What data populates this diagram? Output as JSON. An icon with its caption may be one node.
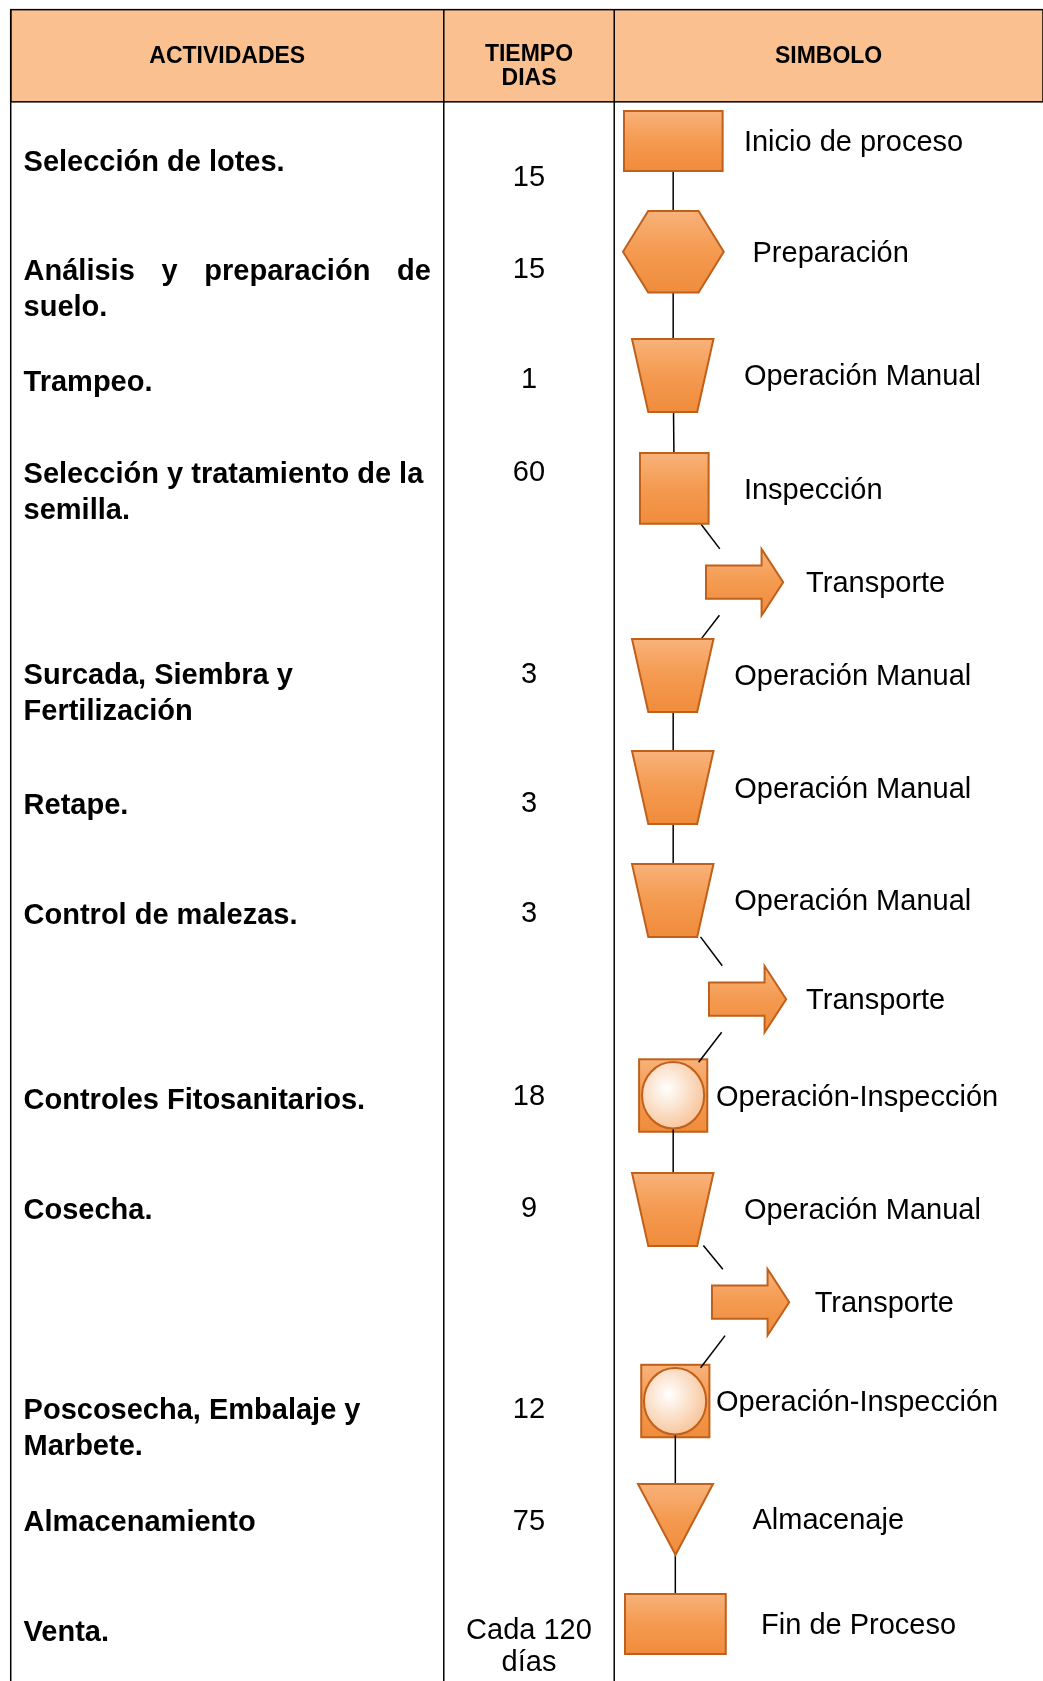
{
  "diagram": {
    "nodes": [
      {
        "text": [],
        "shape": "box",
        "beside": [
          "Inicio de proceso"
        ]
      },
      {
        "text": [],
        "shape": "hexagon",
        "beside": [
          "Preparación"
        ]
      },
      {
        "text": [],
        "shape": "trapezoid",
        "beside": [
          "Operación Manual"
        ]
      },
      {
        "text": [],
        "shape": "square",
        "beside": [
          "Inspección"
        ]
      },
      {
        "text": [],
        "shape": "arrow",
        "beside": [
          "Transporte"
        ]
      },
      {
        "text": [],
        "shape": "trapezoid",
        "beside": [
          "Operación Manual"
        ]
      },
      {
        "text": [],
        "shape": "trapezoid",
        "beside": [
          "Operación Manual"
        ]
      },
      {
        "text": [],
        "shape": "trapezoid",
        "beside": [
          "Operación Manual"
        ]
      },
      {
        "text": [],
        "shape": "arrow",
        "beside": [
          "Transporte"
        ]
      },
      {
        "text": [],
        "shape": "circle",
        "beside": [
          "Operación-Inspección"
        ]
      },
      {
        "text": [],
        "shape": "trapezoid",
        "beside": [
          "Operación Manual"
        ]
      },
      {
        "text": [],
        "shape": "arrow",
        "beside": [
          "Transporte"
        ]
      },
      {
        "text": [],
        "shape": "circle",
        "beside": [
          "Operación-Inspección"
        ]
      },
      {
        "text": [],
        "shape": "triangle",
        "beside": [
          "Almacenaje"
        ]
      },
      {
        "text": [],
        "shape": "box",
        "beside": [
          "Fin de Proceso"
        ]
      }
    ],
    "edges": [
      {
        "from": 0,
        "to": 1,
        "arrow": "none"
      },
      {
        "from": 1,
        "to": 2,
        "arrow": "none"
      },
      {
        "from": 2,
        "to": 3,
        "arrow": "none"
      },
      {
        "from": 3,
        "to": 4,
        "arrow": "none"
      },
      {
        "from": 4,
        "to": 5,
        "arrow": "none"
      },
      {
        "from": 5,
        "to": 6,
        "arrow": "none"
      },
      {
        "from": 6,
        "to": 7,
        "arrow": "none"
      },
      {
        "from": 7,
        "to": 8,
        "arrow": "none"
      },
      {
        "from": 8,
        "to": 9,
        "arrow": "none"
      },
      {
        "from": 9,
        "to": 10,
        "arrow": "none"
      },
      {
        "from": 10,
        "to": 11,
        "arrow": "none"
      },
      {
        "from": 11,
        "to": 12,
        "arrow": "none"
      },
      {
        "from": 12,
        "to": 13,
        "arrow": "none"
      },
      {
        "from": 13,
        "to": 14,
        "arrow": "none"
      }
    ],
    "labels": [
      "ACTIVIDADES",
      "TIEMPO DIAS",
      "SIMBOLO",
      "Selección de lotes.",
      "15",
      "Análisis y preparación de suelo.",
      "15",
      "Trampeo.",
      "1",
      "Selección y tratamiento de la semilla.",
      "60",
      "Surcada, Siembra y Fertilización",
      "3",
      "Retape.",
      "3",
      "Control de malezas.",
      "3",
      "Controles Fitosanitarios.",
      "18",
      "Cosecha.",
      "9",
      "Poscosecha, Embalaje y Marbete.",
      "12",
      "Almacenamiento",
      "75",
      "Venta.",
      "Cada 120 días"
    ]
  }
}
